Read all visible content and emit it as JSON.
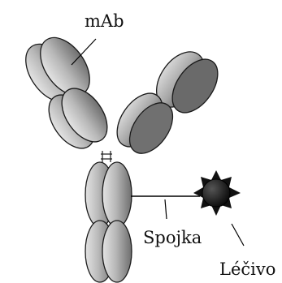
{
  "labels": {
    "antibody": "mAb",
    "linker": "Spojka",
    "drug": "Léčivo"
  },
  "colors": {
    "domain_light": "#d6d6d6",
    "domain_mid": "#9a9a9a",
    "domain_dark": "#555555",
    "outline": "#1a1a1a",
    "drug": "#111111",
    "line": "#000000"
  }
}
